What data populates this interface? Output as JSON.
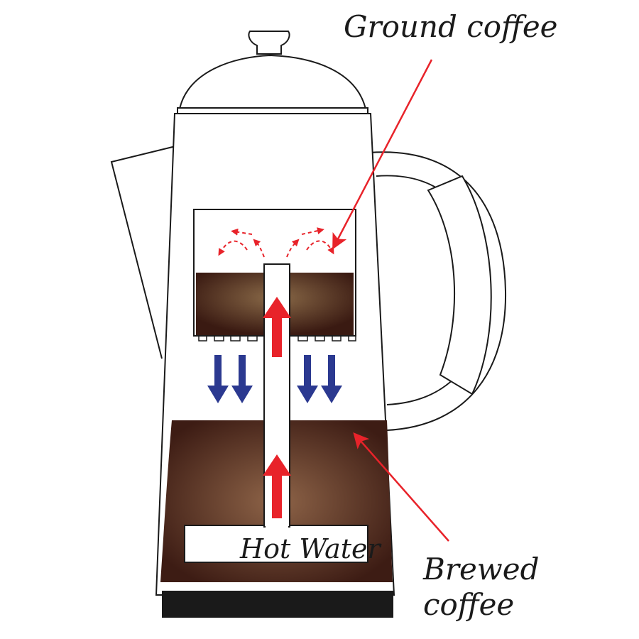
{
  "labels": {
    "ground_coffee": "Ground coffee",
    "hot_water": "Hot Water",
    "brewed_line1": "Brewed",
    "brewed_line2": "coffee"
  },
  "colors": {
    "outline": "#1a1a1a",
    "base": "#1a1a1a",
    "grounds_dark": "#3a1a12",
    "grounds_light": "#8a6a48",
    "brew_dark": "#3d1c14",
    "brew_light": "#8e6448",
    "up_arrow": "#e8232a",
    "down_arrow": "#2b3990",
    "pointer": "#e8232a"
  }
}
